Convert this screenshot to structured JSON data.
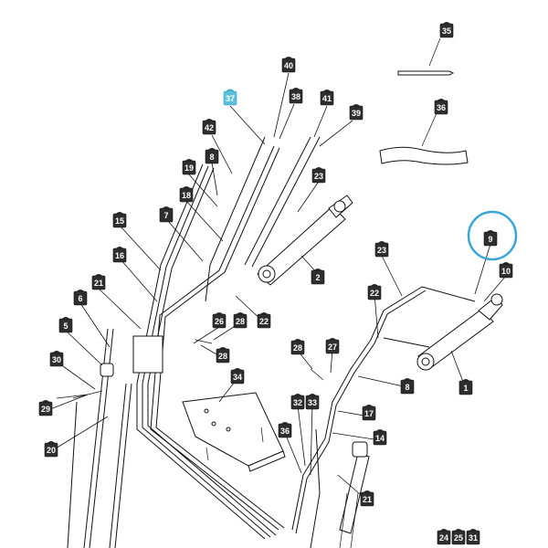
{
  "figure": {
    "highlight_color": "#5bc0de",
    "circle_color": "#3aa6d8",
    "callouts": [
      {
        "label": "35",
        "highlighted": false
      },
      {
        "label": "36",
        "highlighted": false
      },
      {
        "label": "40",
        "highlighted": false
      },
      {
        "label": "37",
        "highlighted": true
      },
      {
        "label": "38",
        "highlighted": false
      },
      {
        "label": "41",
        "highlighted": false
      },
      {
        "label": "39",
        "highlighted": false
      },
      {
        "label": "42",
        "highlighted": false
      },
      {
        "label": "8",
        "highlighted": false
      },
      {
        "label": "19",
        "highlighted": false
      },
      {
        "label": "23",
        "highlighted": false
      },
      {
        "label": "18",
        "highlighted": false
      },
      {
        "label": "7",
        "highlighted": false
      },
      {
        "label": "15",
        "highlighted": false
      },
      {
        "label": "16",
        "highlighted": false
      },
      {
        "label": "2",
        "highlighted": false
      },
      {
        "label": "9",
        "highlighted": false
      },
      {
        "label": "23",
        "highlighted": false
      },
      {
        "label": "10",
        "highlighted": false
      },
      {
        "label": "21",
        "highlighted": false
      },
      {
        "label": "6",
        "highlighted": false
      },
      {
        "label": "22",
        "highlighted": false
      },
      {
        "label": "26",
        "highlighted": false
      },
      {
        "label": "28",
        "highlighted": false
      },
      {
        "label": "22",
        "highlighted": false
      },
      {
        "label": "5",
        "highlighted": false
      },
      {
        "label": "28",
        "highlighted": false
      },
      {
        "label": "30",
        "highlighted": false
      },
      {
        "label": "28",
        "highlighted": false
      },
      {
        "label": "27",
        "highlighted": false
      },
      {
        "label": "1",
        "highlighted": false
      },
      {
        "label": "34",
        "highlighted": false
      },
      {
        "label": "8",
        "highlighted": false
      },
      {
        "label": "29",
        "highlighted": false
      },
      {
        "label": "32",
        "highlighted": false
      },
      {
        "label": "33",
        "highlighted": false
      },
      {
        "label": "17",
        "highlighted": false
      },
      {
        "label": "36",
        "highlighted": false
      },
      {
        "label": "14",
        "highlighted": false
      },
      {
        "label": "20",
        "highlighted": false
      },
      {
        "label": "21",
        "highlighted": false
      },
      {
        "label": "24",
        "highlighted": false
      },
      {
        "label": "25",
        "highlighted": false
      },
      {
        "label": "31",
        "highlighted": false
      }
    ]
  }
}
